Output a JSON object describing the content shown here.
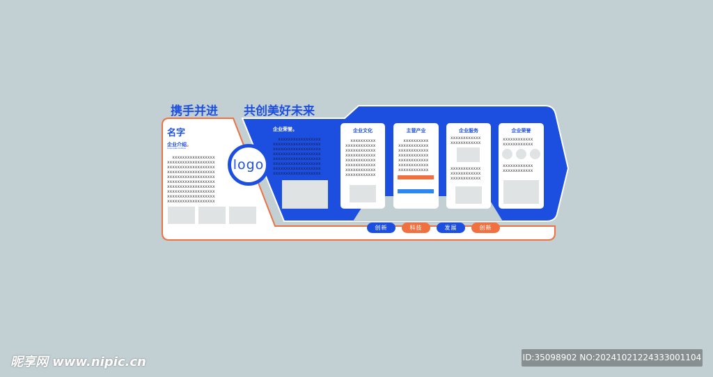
{
  "header": {
    "slogan_left": "携手并进",
    "slogan_right": "共创美好未来"
  },
  "left_panel": {
    "name": "名字",
    "section": "企业介绍",
    "section_dot": "。",
    "section_en": "Corporate Culture",
    "lines": [
      "  xxxxxxxxxxxxxxxxx",
      "xxxxxxxxxxxxxxxxxxx",
      "xxxxxxxxxxxxxxxxxxx",
      "xxxxxxxxxxxxxxxxxxx",
      "xxxxxxxxxxxxxxxxxxx",
      "xxxxxxxxxxxxxxxxxxx",
      "xxxxxxxxxxxxxxxxxxx",
      "xxxxxxxxxxxxxxxxxxx",
      "xxxxxxxxxxxxxxxxxxx",
      "xxxxxxxxxxxxxxxxxxx"
    ]
  },
  "logo": {
    "text": "logo"
  },
  "blue_panel": {
    "title": "企业荣誉。",
    "lines": [
      "  xxxxxxxxxxxxxxxxx",
      "xxxxxxxxxxxxxxxxxxx",
      "xxxxxxxxxxxxxxxxxxx",
      "xxxxxxxxxxxxxxxxxxx",
      "xxxxxxxxxxxxxxxxxxx",
      "xxxxxxxxxxxxxxxxxxx",
      "xxxxxxxxxxxxxxxxxxx",
      "xxxxxxxxxxxxxxxxxxx"
    ]
  },
  "cards": [
    {
      "title": "企业文化",
      "lines": [
        "  xxxxxxxxxx",
        "xxxxxxxxxxxx",
        "xxxxxxxxxxxx",
        "xxxxxxxxxxxx",
        "xxxxxxxxxxxx",
        "xxxxxxxxxxxx",
        "xxxxxxxxxxxx",
        "xxxxxxxxxxxx"
      ]
    },
    {
      "title": "主营产业",
      "lines": [
        "  xxxxxxxxxx",
        "xxxxxxxxxxxx",
        "xxxxxxxxxxxx",
        "xxxxxxxxxxxx",
        "xxxxxxxxxxxx",
        "xxxxxxxxxxxx",
        "xxxxxxxxxxxx"
      ]
    },
    {
      "title": "企业服务",
      "lines": [
        "xxxxxxxxxxxx",
        "xxxxxxxxxxxx"
      ],
      "lines2": [
        "xxxxxxxxxxxx",
        "xxxxxxxxxxxx",
        "xxxxxxxxxxxx"
      ]
    },
    {
      "title": "企业荣誉",
      "lines": [
        "xxxxxxxxxxxx",
        "xxxxxxxxxxxx"
      ],
      "lines2": [
        "xxxxxxxxxxxx",
        "xxxxxxxxxxxx"
      ]
    }
  ],
  "pills": [
    {
      "label": "创新",
      "color": "#1c4fe0"
    },
    {
      "label": "科技",
      "color": "#f07040"
    },
    {
      "label": "发展",
      "color": "#1c4fe0"
    },
    {
      "label": "创新",
      "color": "#f07040"
    }
  ],
  "watermark": {
    "site": "昵享网 www.nipic.cn",
    "id": "ID:35098902 NO:20241021224333001104"
  },
  "colors": {
    "blue": "#1c4fe0",
    "orange": "#f07040",
    "bg": "#c2cfd3"
  }
}
